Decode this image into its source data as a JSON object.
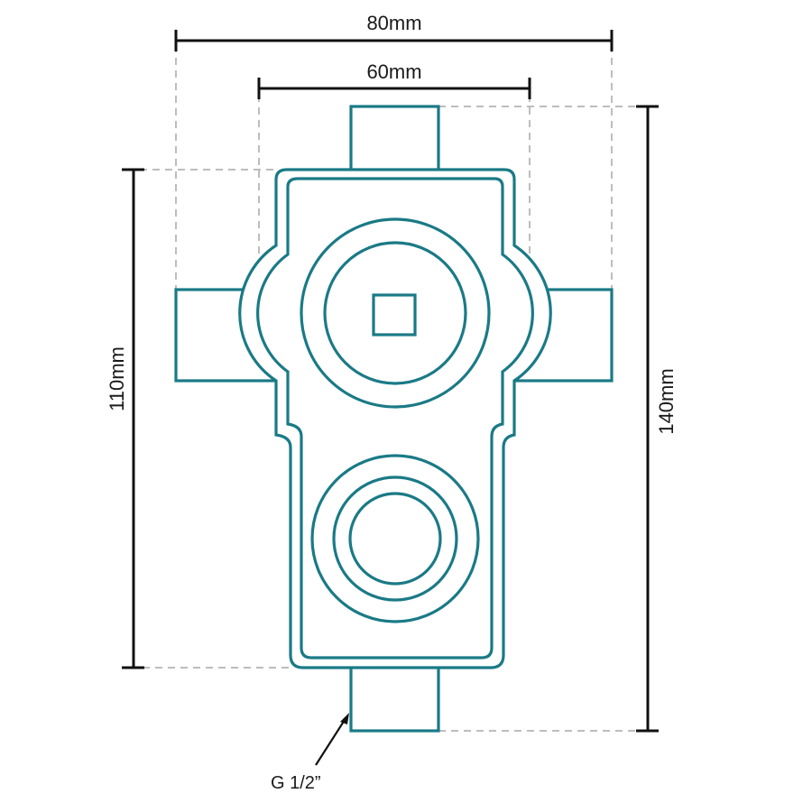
{
  "colors": {
    "outline": "#1a7a86",
    "dimension": "#111111",
    "extension": "#bdbdbd"
  },
  "dimensions": {
    "overall_width": "80mm",
    "body_width": "60mm",
    "body_height": "110mm",
    "overall_height": "140mm"
  },
  "callout": {
    "thread": "G 1/2”"
  }
}
